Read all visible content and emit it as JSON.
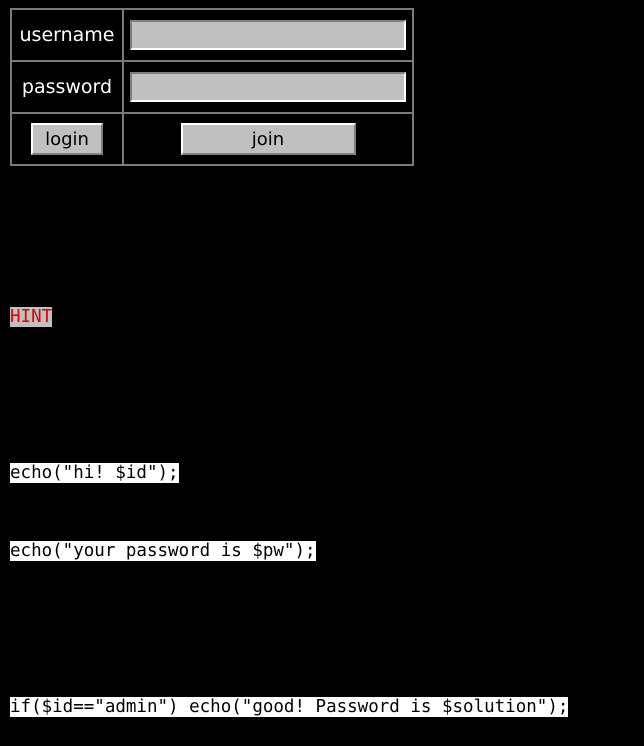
{
  "form": {
    "username_label": "username",
    "password_label": "password",
    "username_value": "",
    "password_value": "",
    "login_label": "login",
    "join_label": "join"
  },
  "hint": {
    "title": "HINT",
    "code_lines": [
      "echo(\"hi! $id\");",
      "echo(\"your password is $pw\");",
      "if($id==\"admin\") echo(\"good! Password is $solution\");"
    ]
  },
  "colors": {
    "page_background": "#000000",
    "hint_title": "#e00000",
    "hint_title_background": "#c0c0c0",
    "input_background": "#c0c0c0",
    "code_highlight": "#ffffff"
  }
}
